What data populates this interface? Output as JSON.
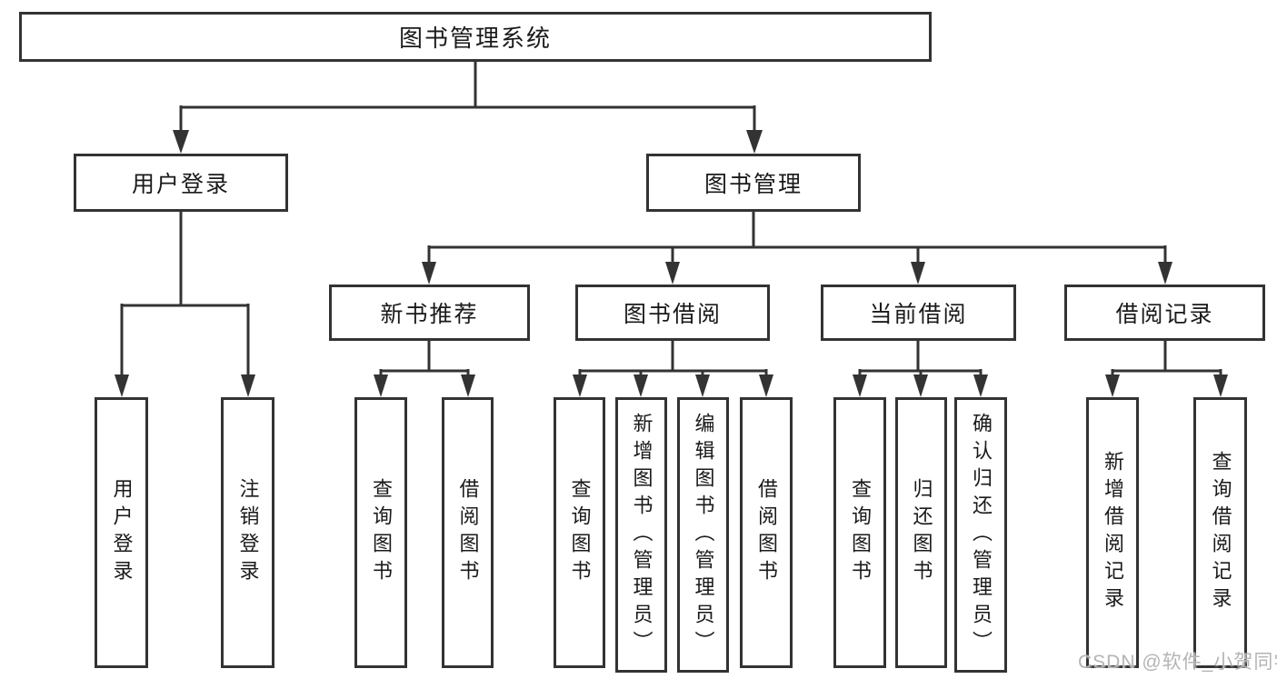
{
  "diagram": {
    "title": "图书管理系统",
    "nodes": {
      "root": "图书管理系统",
      "user_login": "用户登录",
      "book_management": "图书管理",
      "new_book_recommend": "新书推荐",
      "book_borrowing": "图书借阅",
      "current_borrowing": "当前借阅",
      "borrowing_records": "借阅记录"
    },
    "leaves": {
      "user_login_leaf": "用户登录",
      "logout": "注销登录",
      "nb_query_books": "查询图书",
      "nb_borrow_books": "借阅图书",
      "bb_query_books": "查询图书",
      "bb_add_books": "新增图书（管理员）",
      "bb_edit_books": "编辑图书（管理员）",
      "bb_borrow_books": "借阅图书",
      "cb_query_books": "查询图书",
      "cb_return_books": "归还图书",
      "cb_confirm_return": "确认归还（管理员）",
      "br_add_record": "新增借阅记录",
      "br_query_record": "查询借阅记录"
    },
    "watermark": "CSDN @软件_小贺同学",
    "colors": {
      "line": "#333333",
      "border": "#333333",
      "text": "#1a1a1a",
      "watermark": "#b4b4b4",
      "background": "#ffffff"
    }
  }
}
